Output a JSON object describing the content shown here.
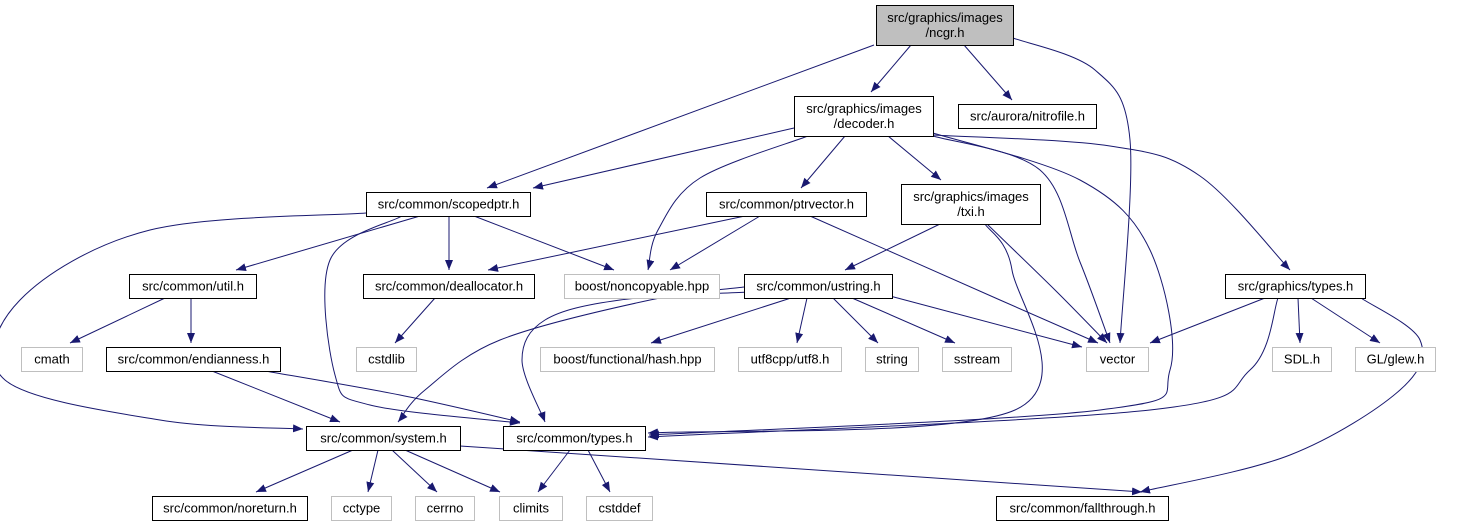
{
  "nodes": {
    "ncgr": {
      "lines": [
        "src/graphics/images",
        "/ncgr.h"
      ],
      "kind": "root"
    },
    "decoder": {
      "lines": [
        "src/graphics/images",
        "/decoder.h"
      ],
      "kind": "file"
    },
    "nitrofile": {
      "lines": [
        "src/aurora/nitrofile.h"
      ],
      "kind": "file"
    },
    "scopedptr": {
      "lines": [
        "src/common/scopedptr.h"
      ],
      "kind": "file"
    },
    "ptrvector": {
      "lines": [
        "src/common/ptrvector.h"
      ],
      "kind": "file"
    },
    "txi": {
      "lines": [
        "src/graphics/images",
        "/txi.h"
      ],
      "kind": "file"
    },
    "gtypes": {
      "lines": [
        "src/graphics/types.h"
      ],
      "kind": "file"
    },
    "util": {
      "lines": [
        "src/common/util.h"
      ],
      "kind": "file"
    },
    "deallocator": {
      "lines": [
        "src/common/deallocator.h"
      ],
      "kind": "file"
    },
    "noncopyable": {
      "lines": [
        "boost/noncopyable.hpp"
      ],
      "kind": "external"
    },
    "ustring": {
      "lines": [
        "src/common/ustring.h"
      ],
      "kind": "file"
    },
    "cmath": {
      "lines": [
        "cmath"
      ],
      "kind": "external"
    },
    "endianness": {
      "lines": [
        "src/common/endianness.h"
      ],
      "kind": "file"
    },
    "cstdlib": {
      "lines": [
        "cstdlib"
      ],
      "kind": "external"
    },
    "hash": {
      "lines": [
        "boost/functional/hash.hpp"
      ],
      "kind": "external"
    },
    "utf8": {
      "lines": [
        "utf8cpp/utf8.h"
      ],
      "kind": "external"
    },
    "string": {
      "lines": [
        "string"
      ],
      "kind": "external"
    },
    "sstream": {
      "lines": [
        "sstream"
      ],
      "kind": "external"
    },
    "vector": {
      "lines": [
        "vector"
      ],
      "kind": "external"
    },
    "sdl": {
      "lines": [
        "SDL.h"
      ],
      "kind": "external"
    },
    "glew": {
      "lines": [
        "GL/glew.h"
      ],
      "kind": "external"
    },
    "system": {
      "lines": [
        "src/common/system.h"
      ],
      "kind": "file"
    },
    "ctypes": {
      "lines": [
        "src/common/types.h"
      ],
      "kind": "file"
    },
    "noreturn": {
      "lines": [
        "src/common/noreturn.h"
      ],
      "kind": "file"
    },
    "cctype": {
      "lines": [
        "cctype"
      ],
      "kind": "external"
    },
    "cerrno": {
      "lines": [
        "cerrno"
      ],
      "kind": "external"
    },
    "climits": {
      "lines": [
        "climits"
      ],
      "kind": "external"
    },
    "cstddef": {
      "lines": [
        "cstddef"
      ],
      "kind": "external"
    },
    "fallthrough": {
      "lines": [
        "src/common/fallthrough.h"
      ],
      "kind": "file"
    }
  },
  "edges": [
    [
      "ncgr",
      "decoder"
    ],
    [
      "ncgr",
      "nitrofile"
    ],
    [
      "ncgr",
      "scopedptr"
    ],
    [
      "ncgr",
      "vector"
    ],
    [
      "decoder",
      "scopedptr"
    ],
    [
      "decoder",
      "ptrvector"
    ],
    [
      "decoder",
      "txi"
    ],
    [
      "decoder",
      "gtypes"
    ],
    [
      "decoder",
      "noncopyable"
    ],
    [
      "decoder",
      "vector"
    ],
    [
      "decoder",
      "ctypes"
    ],
    [
      "scopedptr",
      "util"
    ],
    [
      "scopedptr",
      "deallocator"
    ],
    [
      "scopedptr",
      "noncopyable"
    ],
    [
      "scopedptr",
      "system"
    ],
    [
      "scopedptr",
      "ctypes"
    ],
    [
      "ptrvector",
      "deallocator"
    ],
    [
      "ptrvector",
      "noncopyable"
    ],
    [
      "ptrvector",
      "vector"
    ],
    [
      "txi",
      "ustring"
    ],
    [
      "txi",
      "vector"
    ],
    [
      "txi",
      "ctypes"
    ],
    [
      "gtypes",
      "vector"
    ],
    [
      "gtypes",
      "sdl"
    ],
    [
      "gtypes",
      "glew"
    ],
    [
      "gtypes",
      "ctypes"
    ],
    [
      "gtypes",
      "fallthrough"
    ],
    [
      "util",
      "cmath"
    ],
    [
      "util",
      "endianness"
    ],
    [
      "deallocator",
      "cstdlib"
    ],
    [
      "ustring",
      "hash"
    ],
    [
      "ustring",
      "utf8"
    ],
    [
      "ustring",
      "string"
    ],
    [
      "ustring",
      "sstream"
    ],
    [
      "ustring",
      "vector"
    ],
    [
      "ustring",
      "system"
    ],
    [
      "ustring",
      "ctypes"
    ],
    [
      "endianness",
      "system"
    ],
    [
      "endianness",
      "ctypes"
    ],
    [
      "system",
      "noreturn"
    ],
    [
      "system",
      "cctype"
    ],
    [
      "system",
      "cerrno"
    ],
    [
      "system",
      "climits"
    ],
    [
      "system",
      "fallthrough"
    ],
    [
      "ctypes",
      "climits"
    ],
    [
      "ctypes",
      "cstddef"
    ]
  ]
}
